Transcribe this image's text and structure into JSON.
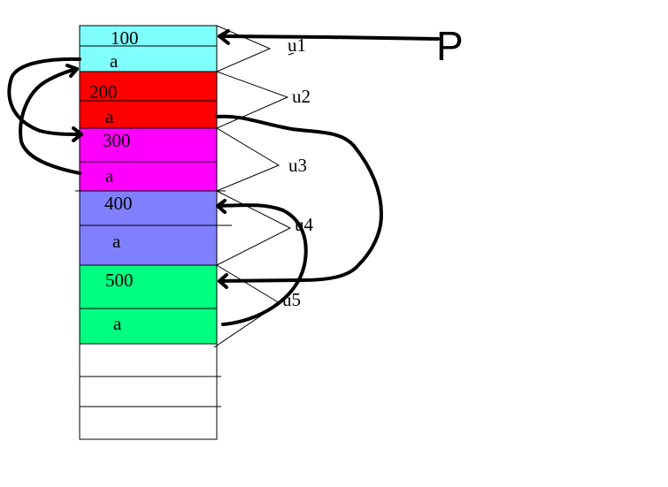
{
  "colors": {
    "u1": "#80FFFF",
    "u2": "#FF0000",
    "u3": "#FF00FF",
    "u4": "#8080FF",
    "u5": "#00FF80",
    "empty": "#FFFFFF",
    "line": "#000000"
  },
  "memory": {
    "blocks": [
      {
        "id": "u1",
        "label": "u1",
        "value": "100",
        "field": "a"
      },
      {
        "id": "u2",
        "label": "u2",
        "value": "200",
        "field": "a"
      },
      {
        "id": "u3",
        "label": "u3",
        "value": "300",
        "field": "a"
      },
      {
        "id": "u4",
        "label": "u4",
        "value": "400",
        "field": "a"
      },
      {
        "id": "u5",
        "label": "u5",
        "value": "500",
        "field": "a"
      }
    ],
    "empty_rows": 3
  },
  "pointer": {
    "label": "P"
  }
}
